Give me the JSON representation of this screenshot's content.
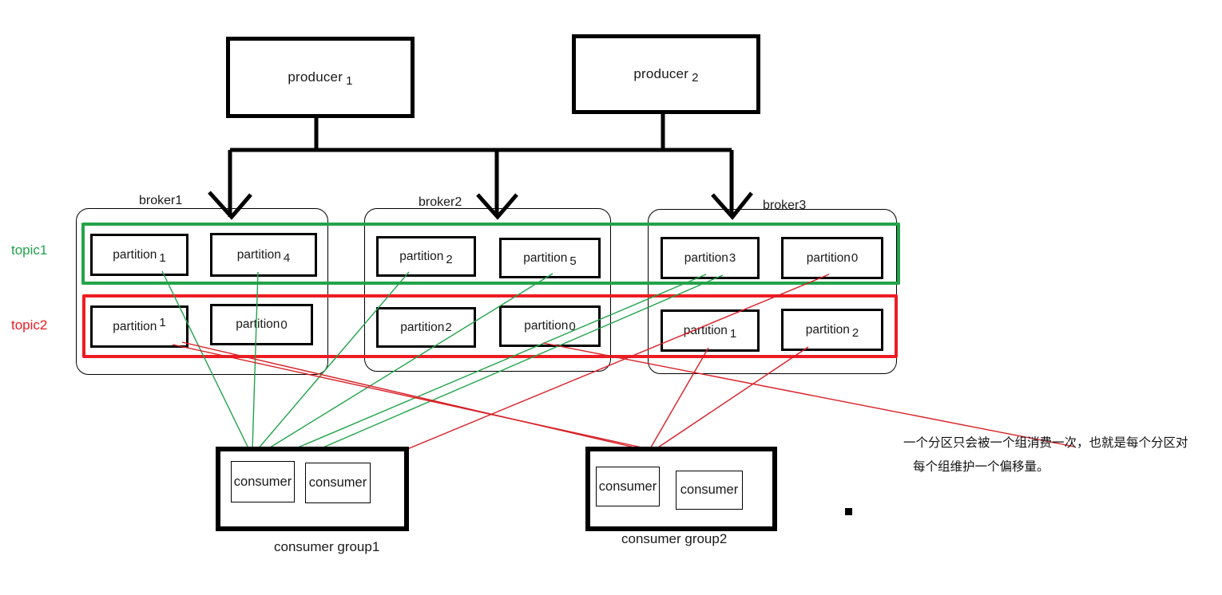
{
  "diagram": {
    "title": "Kafka producer / broker / topic partition / consumer group diagram",
    "colors": {
      "topic1": "#22a34a",
      "topic2": "#ee1c22",
      "outline": "#000000"
    }
  },
  "producers": [
    {
      "name": "producer",
      "index": "1"
    },
    {
      "name": "producer",
      "index": "2"
    }
  ],
  "brokers": [
    {
      "label": "broker1"
    },
    {
      "label": "broker2"
    },
    {
      "label": "broker3"
    }
  ],
  "topics": [
    {
      "label": "topic1",
      "color": "#22a34a"
    },
    {
      "label": "topic2",
      "color": "#ee1c22"
    }
  ],
  "partitions": {
    "topic1": [
      {
        "name": "partition",
        "num": "1",
        "broker": "broker1",
        "shift": "down"
      },
      {
        "name": "partition",
        "num": "4",
        "broker": "broker1",
        "shift": "down"
      },
      {
        "name": "partition",
        "num": "2",
        "broker": "broker2",
        "shift": "down"
      },
      {
        "name": "partition",
        "num": "5",
        "broker": "broker2",
        "shift": "down"
      },
      {
        "name": "partition",
        "num": "3",
        "broker": "broker3",
        "shift": "flat"
      },
      {
        "name": "partition",
        "num": "0",
        "broker": "broker3",
        "shift": "flat"
      }
    ],
    "topic2": [
      {
        "name": "partition",
        "num": "1",
        "broker": "broker1",
        "shift": "up"
      },
      {
        "name": "partition",
        "num": "0",
        "broker": "broker1",
        "shift": "flat"
      },
      {
        "name": "partition",
        "num": "2",
        "broker": "broker2",
        "shift": "flat"
      },
      {
        "name": "partition",
        "num": "0",
        "broker": "broker2",
        "shift": "flat"
      },
      {
        "name": "partition",
        "num": "1",
        "broker": "broker3",
        "shift": "down"
      },
      {
        "name": "partition",
        "num": "2",
        "broker": "broker3",
        "shift": "down"
      }
    ]
  },
  "consumer_groups": [
    {
      "label": "consumer group1",
      "consumers": [
        {
          "label": "consumer"
        },
        {
          "label": "consumer"
        }
      ]
    },
    {
      "label": "consumer group2",
      "consumers": [
        {
          "label": "consumer"
        },
        {
          "label": "consumer"
        }
      ]
    }
  ],
  "note": {
    "line1": "一个分区只会被一个组消费一次，也就是每个分区对",
    "line2": "每个组维护一个偏移量。"
  }
}
